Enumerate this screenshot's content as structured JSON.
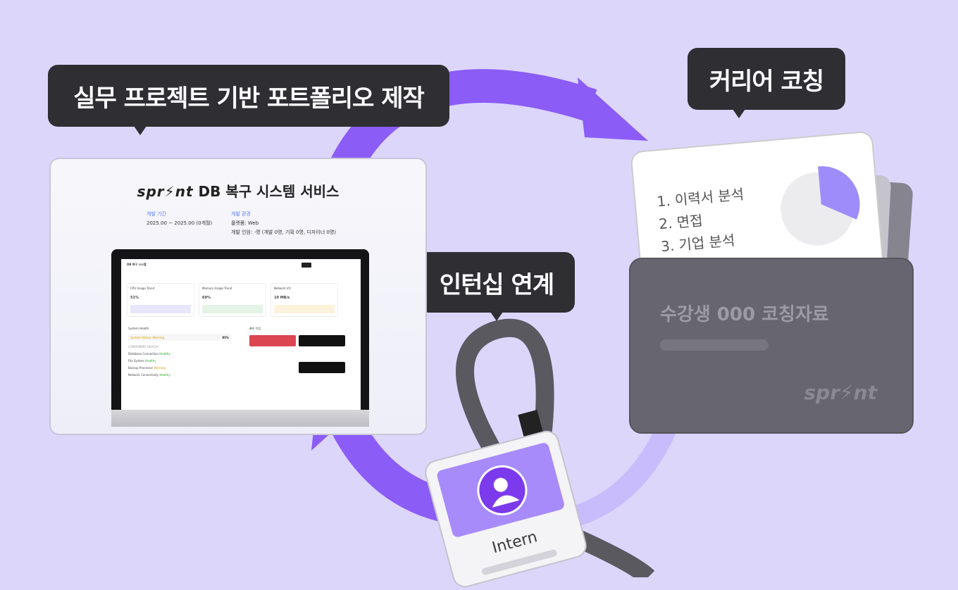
{
  "bubbles": {
    "portfolio": "실무 프로젝트 기반 포트폴리오 제작",
    "coaching": "커리어 코칭",
    "internship": "인턴십 연계"
  },
  "portfolio": {
    "logo": "spr⚡nt",
    "title": "DB 복구 시스템 서비스",
    "period_label": "개발 기간",
    "period_value": "2025.00 ~ 2025.00 (0개월)",
    "env_label": "개발 환경",
    "platform": "플랫폼: Web",
    "team": "개발 인원: -명 (개발 0명, 기획 0명, 디자이너 0명)",
    "screen": {
      "app_title": "DB 복구 시스템",
      "cards": [
        {
          "label": "CPU Usage Trend",
          "value": "51%"
        },
        {
          "label": "Memory Usage Trend",
          "value": "69%"
        },
        {
          "label": "Network I/O",
          "value": "10 MB/s"
        }
      ],
      "health_title": "System Health",
      "status": "System Status: Warning",
      "status_value": "85%",
      "components_title": "COMPONENT HEALTH",
      "components": [
        {
          "name": "Database Connection",
          "state": "Healthy"
        },
        {
          "name": "File System",
          "state": "Healthy"
        },
        {
          "name": "Backup Processor",
          "state": "Warning"
        },
        {
          "name": "Network Connectivity",
          "state": "Healthy"
        }
      ],
      "right_title": "빠른 작업"
    }
  },
  "coaching": {
    "items": [
      "1. 이력서 분석",
      "2. 면접",
      "3. 기업 분석"
    ],
    "folder_title": "수강생 000 코칭자료",
    "folder_logo": "spr⚡nt"
  },
  "badge": {
    "label": "Intern"
  },
  "colors": {
    "background": "#dcd6fb",
    "accent": "#8b5cf6",
    "bubble": "#2f2e33",
    "folder": "#67656f"
  }
}
